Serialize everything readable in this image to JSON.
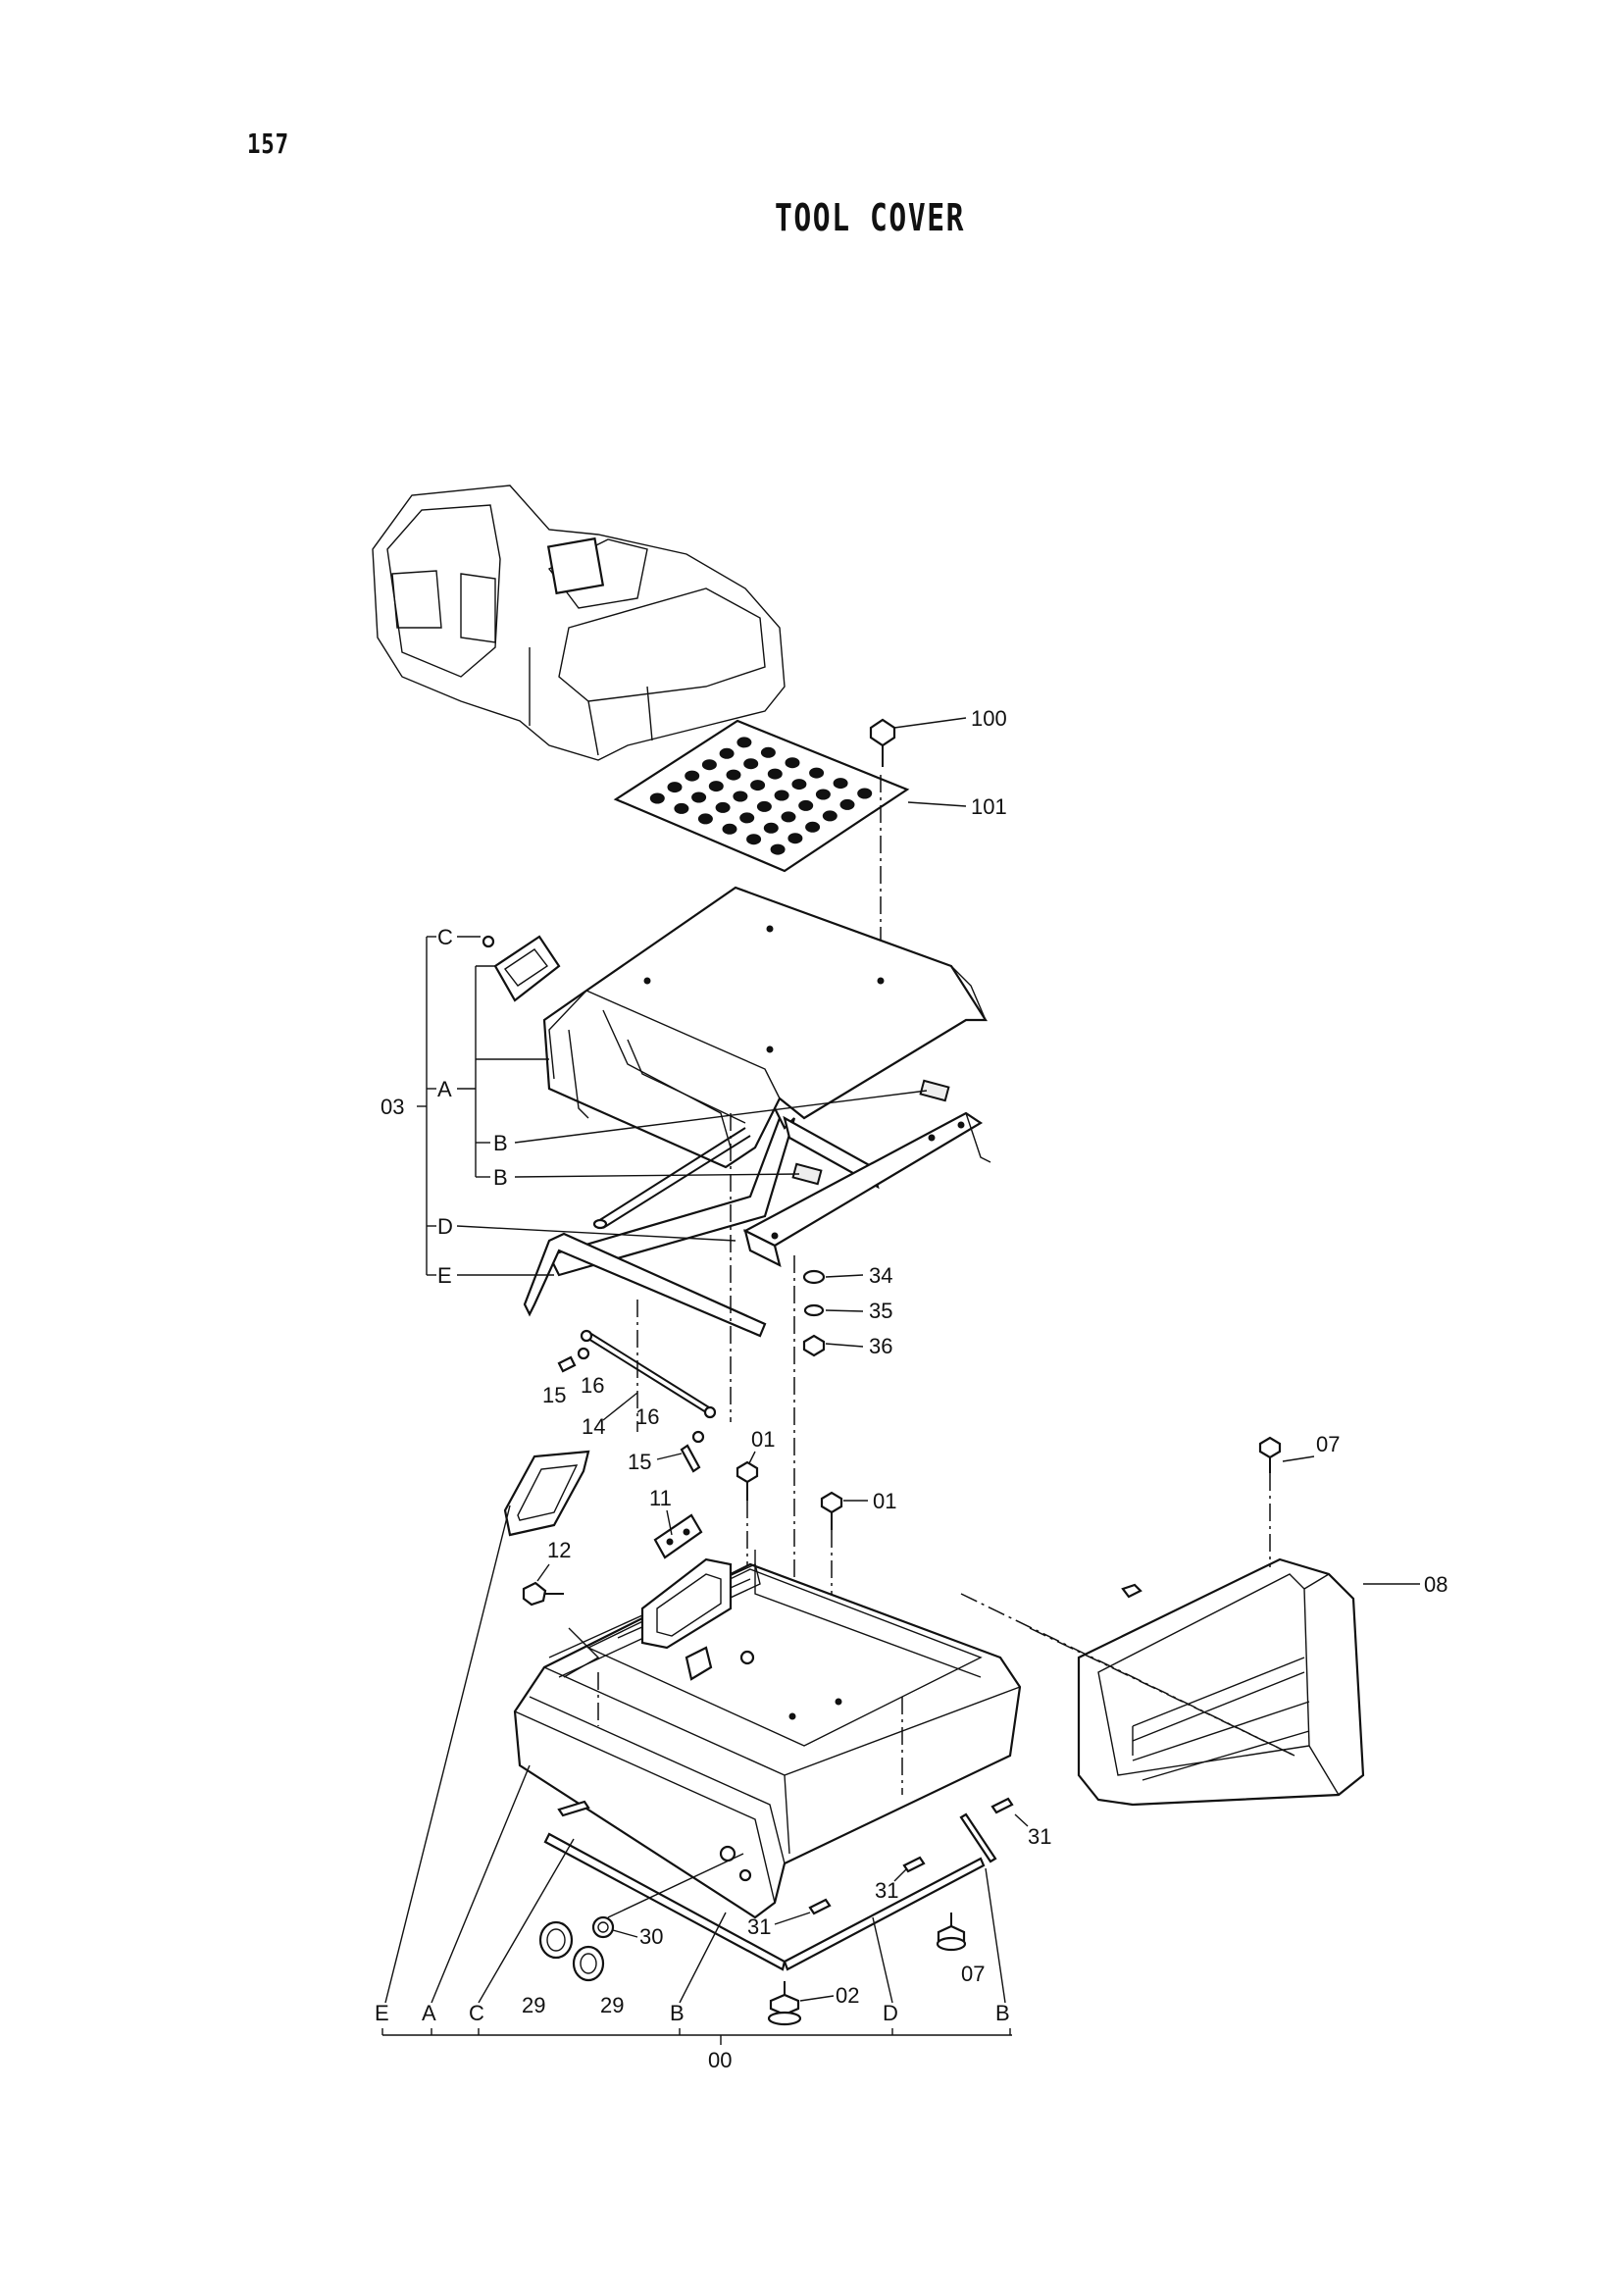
{
  "page": {
    "number": "157",
    "title": "TOOL COVER"
  },
  "callouts": {
    "c100": "100",
    "c101": "101",
    "c03": "03",
    "cC": "C",
    "cA": "A",
    "cB1": "B",
    "cB2": "B",
    "cD": "D",
    "cE": "E",
    "c34": "34",
    "c35": "35",
    "c36": "36",
    "c15a": "15",
    "c16a": "16",
    "c14": "14",
    "c16b": "16",
    "c15b": "15",
    "c01a": "01",
    "c01b": "01",
    "c11": "11",
    "c12": "12",
    "c07a": "07",
    "c08": "08",
    "c31a": "31",
    "c31b": "31",
    "c31c": "31",
    "c30": "30",
    "c07b": "07",
    "c02": "02",
    "c29a": "29",
    "c29b": "29",
    "bE": "E",
    "bA": "A",
    "bC": "C",
    "bB1": "B",
    "bD": "D",
    "bB2": "B",
    "c00": "00"
  }
}
